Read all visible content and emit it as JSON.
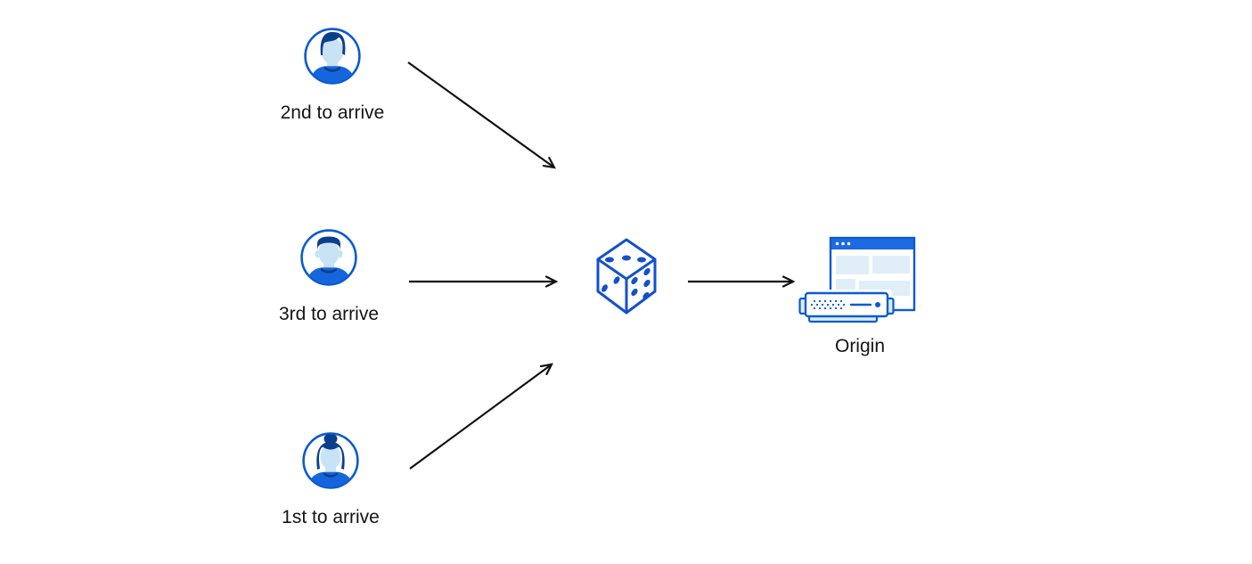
{
  "diagram": {
    "description": "Three visitors arriving in different order are routed randomly (dice) to an origin server",
    "clients": [
      {
        "label": "2nd to arrive",
        "icon": "male-user-avatar-icon"
      },
      {
        "label": "3rd to arrive",
        "icon": "male-user-avatar-icon"
      },
      {
        "label": "1st to arrive",
        "icon": "female-user-avatar-icon"
      }
    ],
    "randomizer": {
      "icon": "dice-icon"
    },
    "origin": {
      "label": "Origin",
      "icon": "origin-server-icon"
    },
    "arrows": [
      {
        "from": "client-2nd-to-arrive",
        "to": "dice"
      },
      {
        "from": "client-3rd-to-arrive",
        "to": "dice"
      },
      {
        "from": "client-1st-to-arrive",
        "to": "dice"
      },
      {
        "from": "dice",
        "to": "origin"
      }
    ]
  },
  "colors": {
    "primary_blue": "#0b5ad1",
    "shirt_blue": "#1566dd",
    "navy_hair": "#0c3e8e",
    "face_light_blue": "#c8e3f5",
    "panel_light_blue": "#e0eef8",
    "server_light_blue": "#d9ecfa",
    "browser_header_blue": "#1b6ae2",
    "arrow_black": "#111111",
    "text_black": "#141414",
    "background": "#ffffff"
  }
}
